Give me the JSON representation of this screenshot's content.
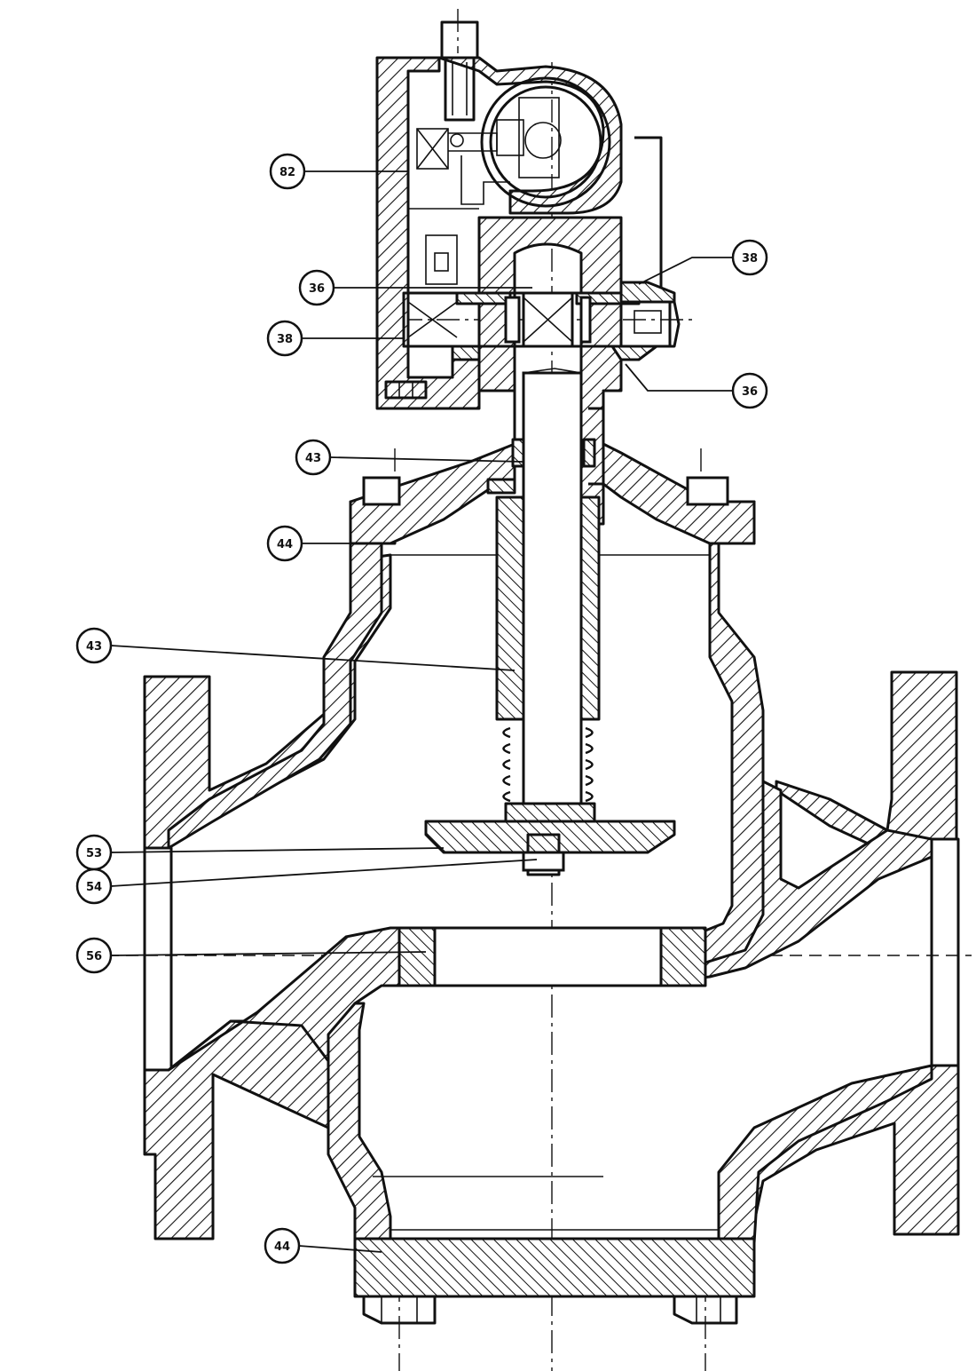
{
  "callouts": [
    {
      "label": "82"
    },
    {
      "label": "36"
    },
    {
      "label": "38"
    },
    {
      "label": "43"
    },
    {
      "label": "44"
    },
    {
      "label": "43"
    },
    {
      "label": "53"
    },
    {
      "label": "54"
    },
    {
      "label": "56"
    },
    {
      "label": "44"
    },
    {
      "label": "38"
    },
    {
      "label": "36"
    }
  ]
}
